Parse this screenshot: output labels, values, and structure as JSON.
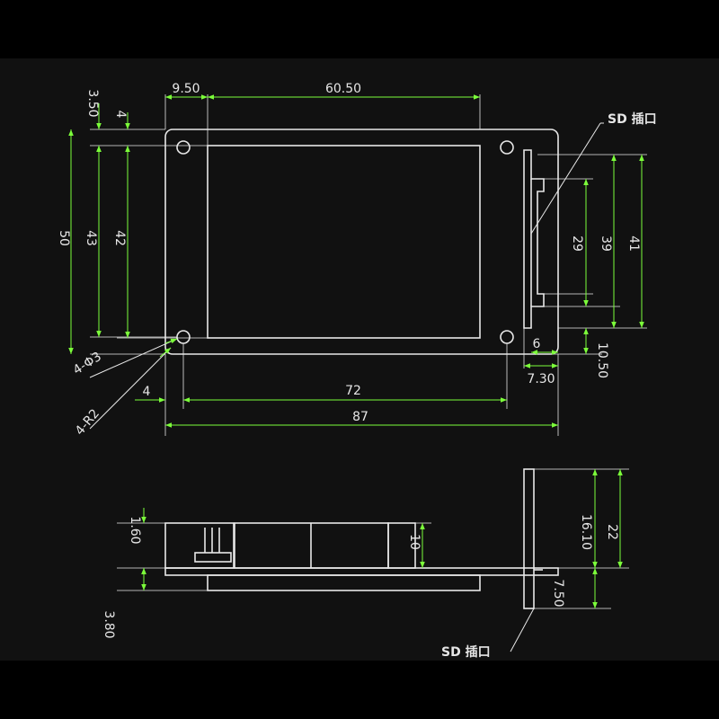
{
  "colors": {
    "background": "#111111",
    "outline": "#e8e8e8",
    "dimension_arrow": "#7cff3a",
    "text": "#e6e6e6"
  },
  "labels": {
    "sd_slot_top": "SD 插口",
    "sd_slot_bottom": "SD 插口",
    "holes": "4-Φ3",
    "radius": "4-R2"
  },
  "dimensions": {
    "top": {
      "hole_offset_x": "9.50",
      "screen_width": "60.50",
      "hole_offset_y": "3.50",
      "edge_to_hole": "4",
      "total_height": "50",
      "hole_spacing_y": "43",
      "screen_height": "42",
      "slot_length": "29",
      "slot_outer": "39",
      "right_height": "41",
      "slot_width": "6",
      "slot_bottom": "10.50",
      "slot_right": "7.30",
      "hole_from_left": "4",
      "hole_spacing_x": "72",
      "total_width": "87"
    },
    "side": {
      "pin_height": "1.60",
      "module_height": "10",
      "board_thickness": "3.80",
      "sd_height": "22",
      "sd_upper": "16.10",
      "sd_lower": "7.50"
    }
  }
}
